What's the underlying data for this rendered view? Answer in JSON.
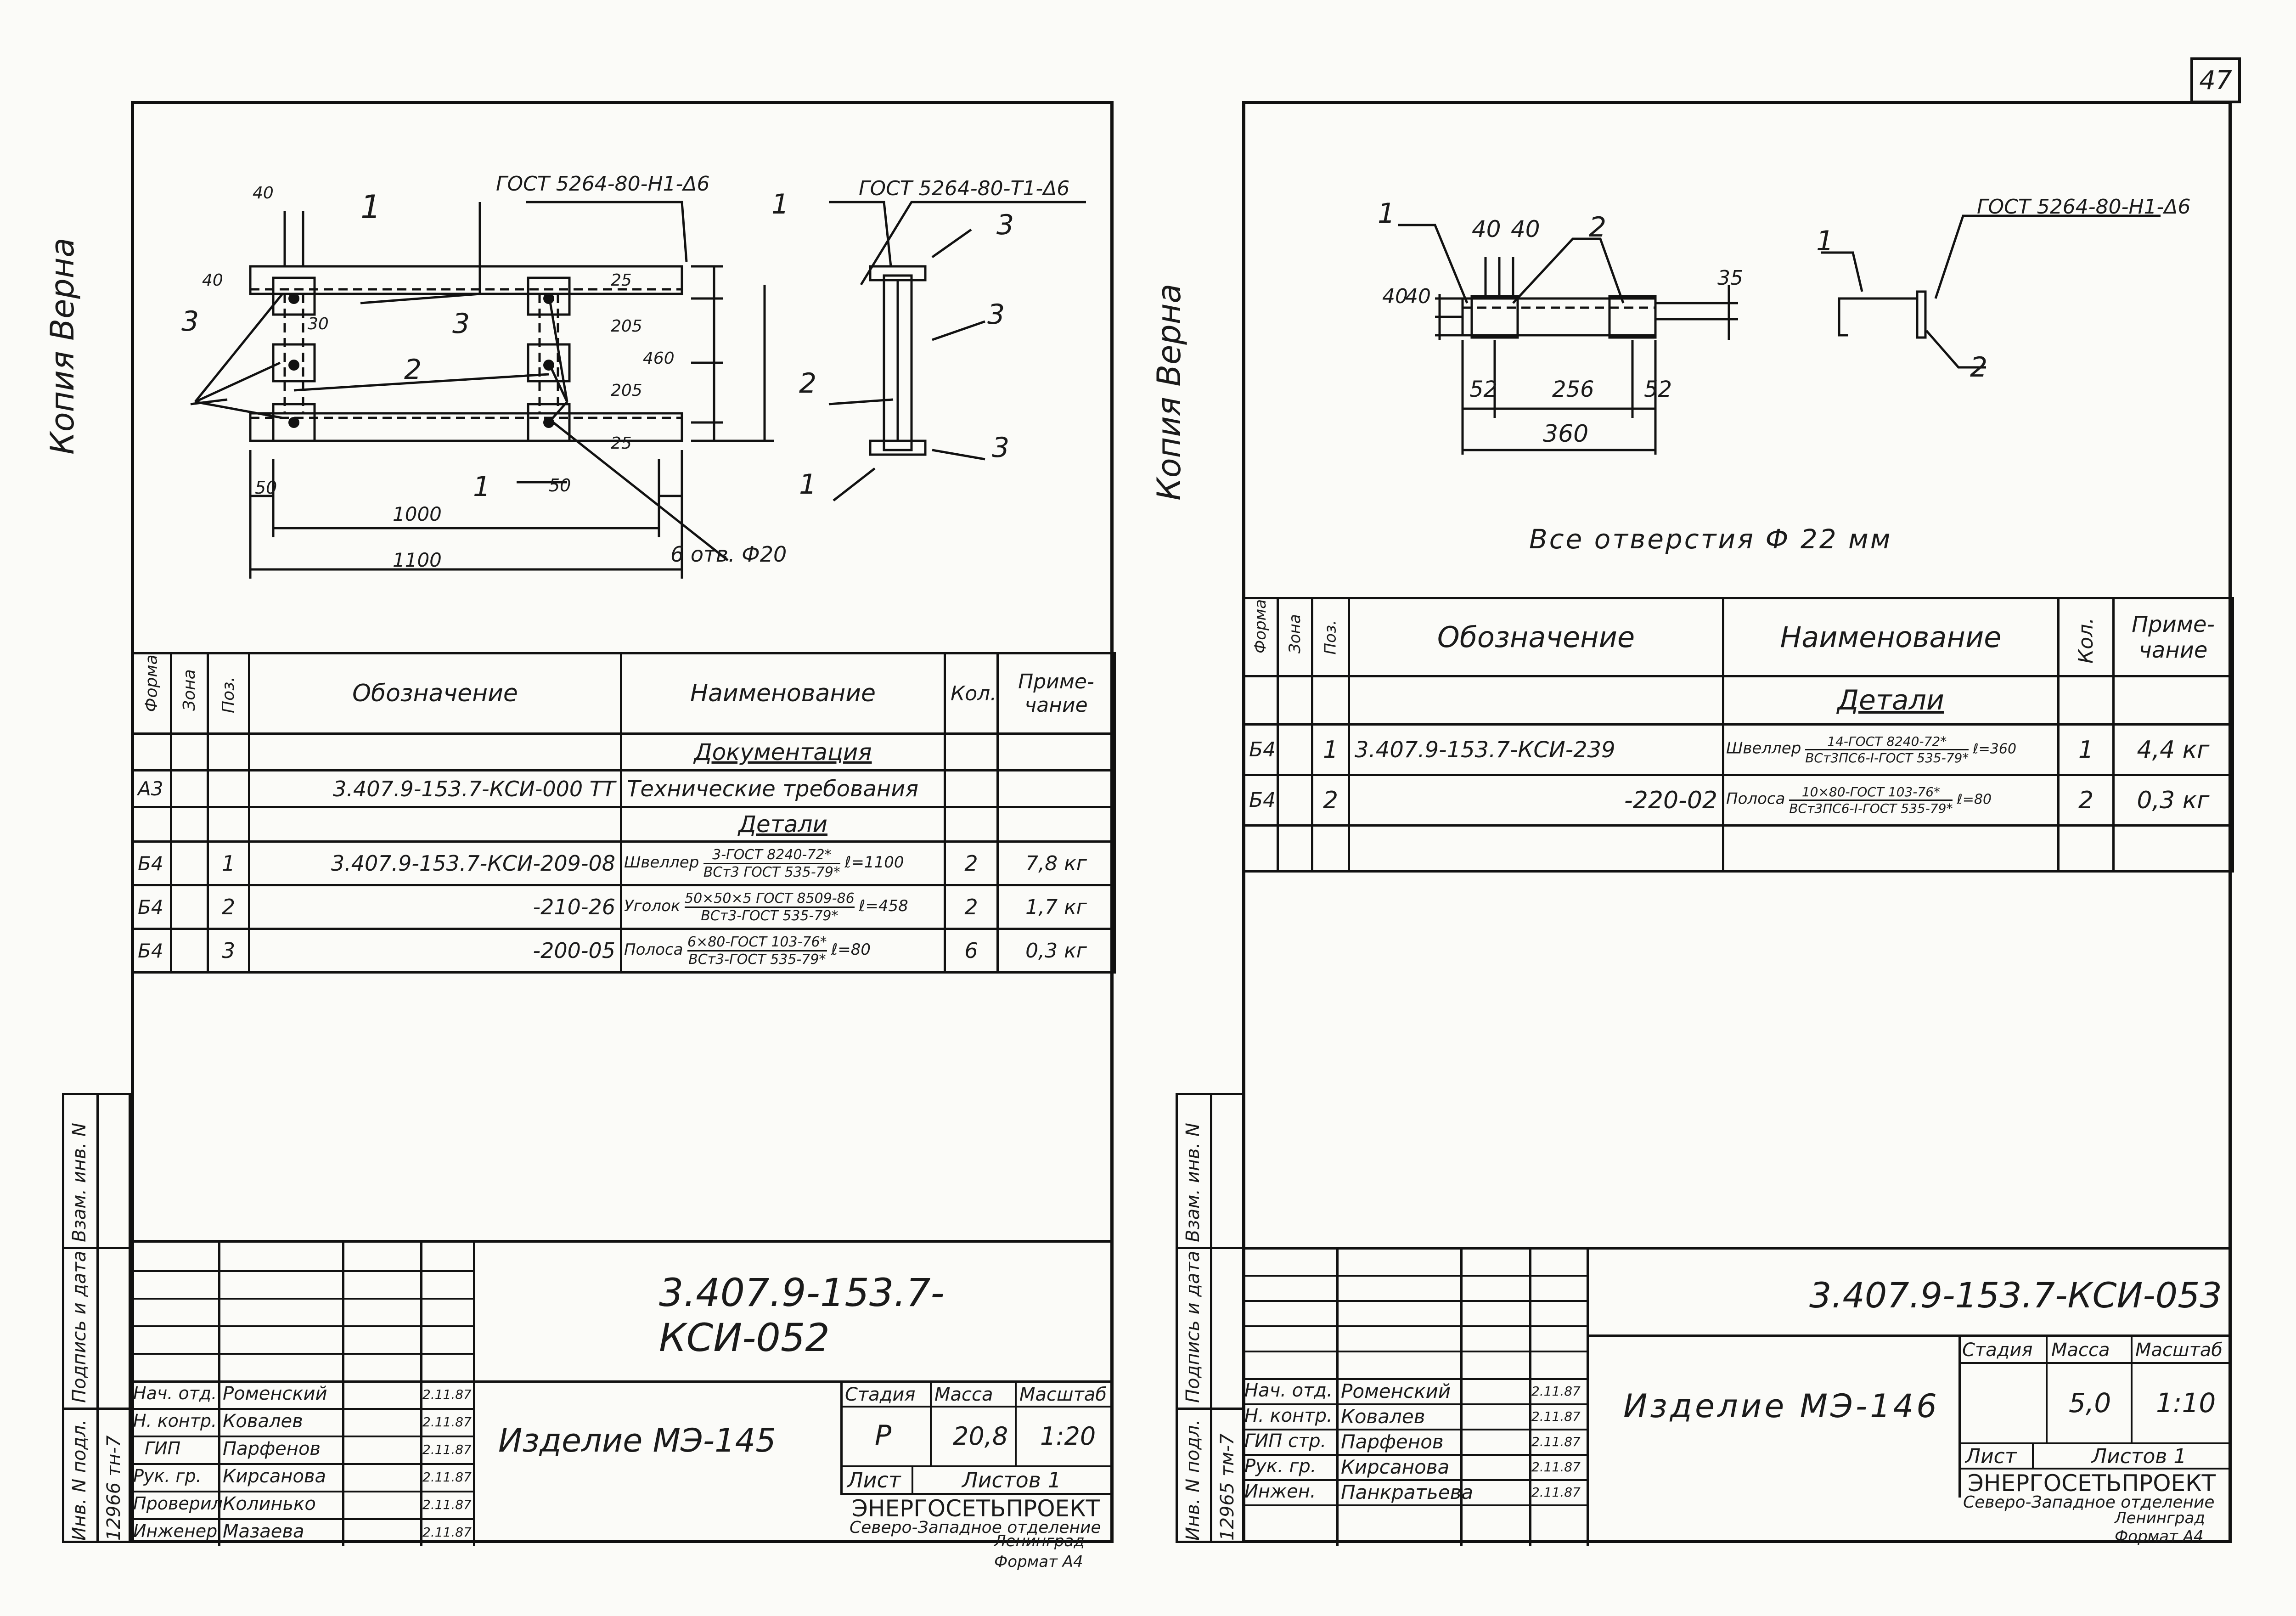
{
  "page_number": "47",
  "copy_note": "Копия Верна",
  "left": {
    "margin_stamp": {
      "col1": "Инв. N подл.",
      "col2": "Подпись и дата",
      "col3": "Взам. инв. N",
      "inv": "12966 тн-7"
    },
    "drawing": {
      "gost_weld_1": "ГОСТ 5264-80-Н1-Δ6",
      "gost_weld_2": "ГОСТ 5264-80-Т1-Δ6",
      "holes": "6 отв. Ф20",
      "dims": {
        "d40a": "40",
        "d40b": "40",
        "d30": "30",
        "d25a": "25",
        "d205a": "205",
        "d205b": "205",
        "d25b": "25",
        "d460": "460",
        "d50a": "50",
        "d50b": "50",
        "d1000": "1000",
        "d1100": "1100"
      },
      "callouts": {
        "c1a": "1",
        "c1b": "1",
        "c2": "2",
        "c3a": "3",
        "c3b": "3",
        "s1a": "1",
        "s1b": "1",
        "s2": "2",
        "s3a": "3",
        "s3b": "3",
        "s3c": "3"
      }
    },
    "spec": {
      "headers": {
        "format": "Формат",
        "zone": "Зона",
        "pos": "Поз.",
        "designation": "Обозначение",
        "name": "Наименование",
        "qty": "Кол.",
        "note": "Приме-чание"
      },
      "rows": [
        {
          "format": "",
          "pos": "",
          "designation": "",
          "name": "Документация",
          "qty": "",
          "note": ""
        },
        {
          "format": "А3",
          "pos": "",
          "designation": "3.407.9-153.7-КСИ-000 ТТ",
          "name": "Технические требования",
          "qty": "",
          "note": ""
        },
        {
          "format": "",
          "pos": "",
          "designation": "",
          "name": "Детали",
          "qty": "",
          "note": ""
        },
        {
          "format": "Б4",
          "pos": "1",
          "designation": "3.407.9-153.7-КСИ-209-08",
          "name_prefix": "Швеллер",
          "name_top": "3-ГОСТ 8240-72*",
          "name_bottom": "ВСт3 ГОСТ 535-79*",
          "name_len": "ℓ=1100",
          "qty": "2",
          "note": "7,8 кг"
        },
        {
          "format": "Б4",
          "pos": "2",
          "designation": "-210-26",
          "name_prefix": "Уголок",
          "name_top": "50×50×5 ГОСТ 8509-86",
          "name_bottom": "ВСт3-ГОСТ 535-79*",
          "name_len": "ℓ=458",
          "qty": "2",
          "note": "1,7 кг"
        },
        {
          "format": "Б4",
          "pos": "3",
          "designation": "-200-05",
          "name_prefix": "Полоса",
          "name_top": "6×80-ГОСТ 103-76*",
          "name_bottom": "ВСт3-ГОСТ 535-79*",
          "name_len": "ℓ=80",
          "qty": "6",
          "note": "0,3 кг"
        }
      ]
    },
    "title_block": {
      "code": "3.407.9-153.7-КСИ-052",
      "product": "Изделие МЭ-145",
      "stage_h": "Стадия",
      "mass_h": "Масса",
      "scale_h": "Масштаб",
      "stage": "Р",
      "mass": "20,8",
      "scale": "1:20",
      "sheet": "Лист",
      "sheets": "Листов 1",
      "org1": "ЭНЕРГОСЕТЬПРОЕКТ",
      "org2": "Северо-Западное отделение",
      "org3": "Ленинград",
      "format": "Формат А4",
      "signers": [
        {
          "role": "Нач. отд.",
          "name": "Роменский",
          "date": "2.11.87"
        },
        {
          "role": "Н. контр.",
          "name": "Ковалев",
          "date": "2.11.87"
        },
        {
          "role": "ГИП",
          "name": "Парфенов",
          "date": "2.11.87"
        },
        {
          "role": "Рук. гр.",
          "name": "Кирсанова",
          "date": "2.11.87"
        },
        {
          "role": "Проверил",
          "name": "Колинько",
          "date": "2.11.87"
        },
        {
          "role": "Инженер",
          "name": "Мазаева",
          "date": "2.11.87"
        }
      ]
    }
  },
  "right": {
    "margin_stamp": {
      "col1": "Инв. N подл.",
      "col2": "Подпись и дата",
      "col3": "Взам. инв. N",
      "inv": "12965 тм-7"
    },
    "drawing": {
      "gost_weld": "ГОСТ 5264-80-Н1-Δ6",
      "holes_note": "Все отверстия Ф 22 мм",
      "dims": {
        "d40a": "40",
        "d40b": "40",
        "d40c": "40",
        "d40d": "40",
        "d35": "35",
        "d52a": "52",
        "d256": "256",
        "d52b": "52",
        "d360": "360"
      },
      "callouts": {
        "c1": "1",
        "c2": "2",
        "s1": "1",
        "s2": "2"
      }
    },
    "spec": {
      "headers": {
        "format": "Формат",
        "zone": "Зона",
        "pos": "Поз.",
        "designation": "Обозначение",
        "name": "Наименование",
        "qty": "Кол.",
        "note": "Приме-чание"
      },
      "rows": [
        {
          "format": "",
          "pos": "",
          "designation": "",
          "name": "Детали",
          "qty": "",
          "note": ""
        },
        {
          "format": "Б4",
          "pos": "1",
          "designation": "3.407.9-153.7-КСИ-239",
          "name_prefix": "Швеллер",
          "name_top": "14-ГОСТ 8240-72*",
          "name_bottom": "ВСт3ПС6-I-ГОСТ 535-79*",
          "name_len": "ℓ=360",
          "qty": "1",
          "note": "4,4 кг"
        },
        {
          "format": "Б4",
          "pos": "2",
          "designation": "-220-02",
          "name_prefix": "Полоса",
          "name_top": "10×80-ГОСТ 103-76*",
          "name_bottom": "ВСт3ПС6-I-ГОСТ 535-79*",
          "name_len": "ℓ=80",
          "qty": "2",
          "note": "0,3 кг"
        }
      ]
    },
    "title_block": {
      "code": "3.407.9-153.7-КСИ-053",
      "product": "Изделие МЭ-146",
      "stage_h": "Стадия",
      "mass_h": "Масса",
      "scale_h": "Масштаб",
      "stage": "",
      "mass": "5,0",
      "scale": "1:10",
      "sheet": "Лист",
      "sheets": "Листов 1",
      "org1": "ЭНЕРГОСЕТЬПРОЕКТ",
      "org2": "Северо-Западное отделение",
      "org3": "Ленинград",
      "format": "Формат А4",
      "signers": [
        {
          "role": "Нач. отд.",
          "name": "Роменский",
          "date": "2.11.87"
        },
        {
          "role": "Н. контр.",
          "name": "Ковалев",
          "date": "2.11.87"
        },
        {
          "role": "ГИП стр.",
          "name": "Парфенов",
          "date": "2.11.87"
        },
        {
          "role": "Рук. гр.",
          "name": "Кирсанова",
          "date": "2.11.87"
        },
        {
          "role": "Инжен.",
          "name": "Панкратьева",
          "date": "2.11.87"
        }
      ]
    }
  }
}
